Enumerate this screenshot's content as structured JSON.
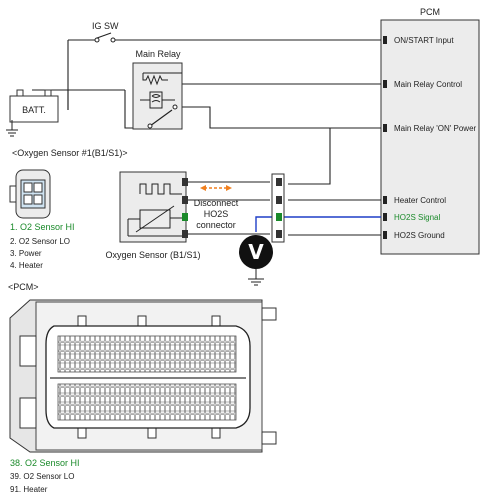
{
  "labels": {
    "ig_sw": "IG SW",
    "pcm_title": "PCM",
    "main_relay": "Main Relay",
    "batt": "BATT.",
    "o2_connector_title": "<Oxygen Sensor #1(B1/S1)>",
    "o2_sensor_caption": "Oxygen Sensor (B1/S1)",
    "disconnect_note": [
      "Disconnect",
      "HO2S",
      "connector"
    ],
    "voltmeter": "V",
    "pcm_connector_title": "<PCM>"
  },
  "pcm_pins": [
    {
      "label": "ON/START Input",
      "highlight": false
    },
    {
      "label": "Main Relay Control",
      "highlight": false
    },
    {
      "label": "Main Relay 'ON' Power",
      "highlight": false
    },
    {
      "label": "Heater Control",
      "highlight": false
    },
    {
      "label": "HO2S  Signal",
      "highlight": true
    },
    {
      "label": "HO2S  Ground",
      "highlight": false
    }
  ],
  "o2_pins": [
    {
      "label": "1. O2 Sensor HI",
      "highlight": true
    },
    {
      "label": "2. O2 Sensor LO",
      "highlight": false
    },
    {
      "label": "3. Power",
      "highlight": false
    },
    {
      "label": "4. Heater",
      "highlight": false
    }
  ],
  "pcm_connector_pins": [
    {
      "label": "38. O2 Sensor HI",
      "highlight": true
    },
    {
      "label": "39. O2 Sensor LO",
      "highlight": false
    },
    {
      "label": "91. Heater",
      "highlight": false
    }
  ],
  "colors": {
    "wire": "#222222",
    "signal_wire": "#1f3fc7",
    "highlight_text": "#1a8a2a",
    "note_arrow": "#f07f1e",
    "box_fill": "#ececec"
  }
}
